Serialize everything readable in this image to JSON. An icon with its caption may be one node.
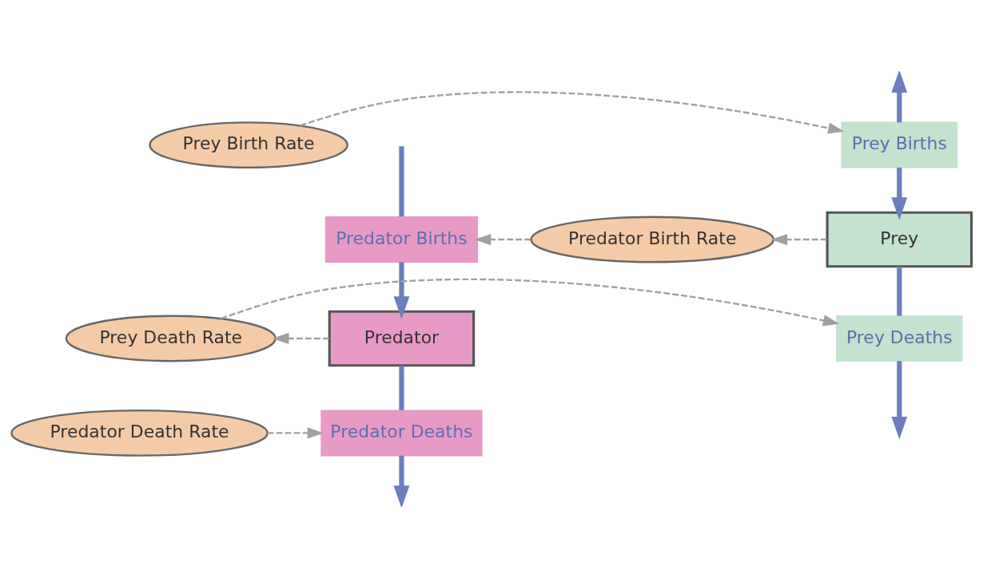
{
  "diagram": {
    "nodes": [
      {
        "text": [
          "Prey Birth Rate"
        ]
      },
      {
        "text": [
          "Prey Births"
        ]
      },
      {
        "text": [
          "Prey"
        ]
      },
      {
        "text": [
          "Predator Birth Rate"
        ]
      },
      {
        "text": [
          "Predator Births"
        ]
      },
      {
        "text": [
          "Predator"
        ]
      },
      {
        "text": [
          "Prey Death Rate"
        ]
      },
      {
        "text": [
          "Predator Death Rate"
        ]
      },
      {
        "text": [
          "Prey Deaths"
        ]
      },
      {
        "text": [
          "Predator Deaths"
        ]
      }
    ],
    "edges": [
      {
        "from": 1,
        "to": null,
        "arrow": "to"
      },
      {
        "from": 1,
        "to": 2,
        "arrow": "to"
      },
      {
        "from": 2,
        "to": 8,
        "arrow": "none"
      },
      {
        "from": 8,
        "to": null,
        "arrow": "to"
      },
      {
        "from": null,
        "to": 4,
        "arrow": "none"
      },
      {
        "from": 4,
        "to": 5,
        "arrow": "to"
      },
      {
        "from": 5,
        "to": 9,
        "arrow": "none"
      },
      {
        "from": 9,
        "to": null,
        "arrow": "to"
      },
      {
        "from": 0,
        "to": 1,
        "arrow": "to",
        "style": "dashed",
        "color": "#a0a0a0"
      },
      {
        "from": 2,
        "to": 3,
        "arrow": "to",
        "style": "dashed",
        "color": "#a0a0a0"
      },
      {
        "from": 3,
        "to": 4,
        "arrow": "to",
        "style": "dashed",
        "color": "#a0a0a0"
      },
      {
        "from": 5,
        "to": 6,
        "arrow": "to",
        "style": "dashed",
        "color": "#a0a0a0"
      },
      {
        "from": 6,
        "to": 8,
        "arrow": "to",
        "style": "dashed",
        "color": "#a0a0a0"
      },
      {
        "from": 7,
        "to": 9,
        "arrow": "to",
        "style": "dashed",
        "color": "#a0a0a0"
      }
    ]
  }
}
